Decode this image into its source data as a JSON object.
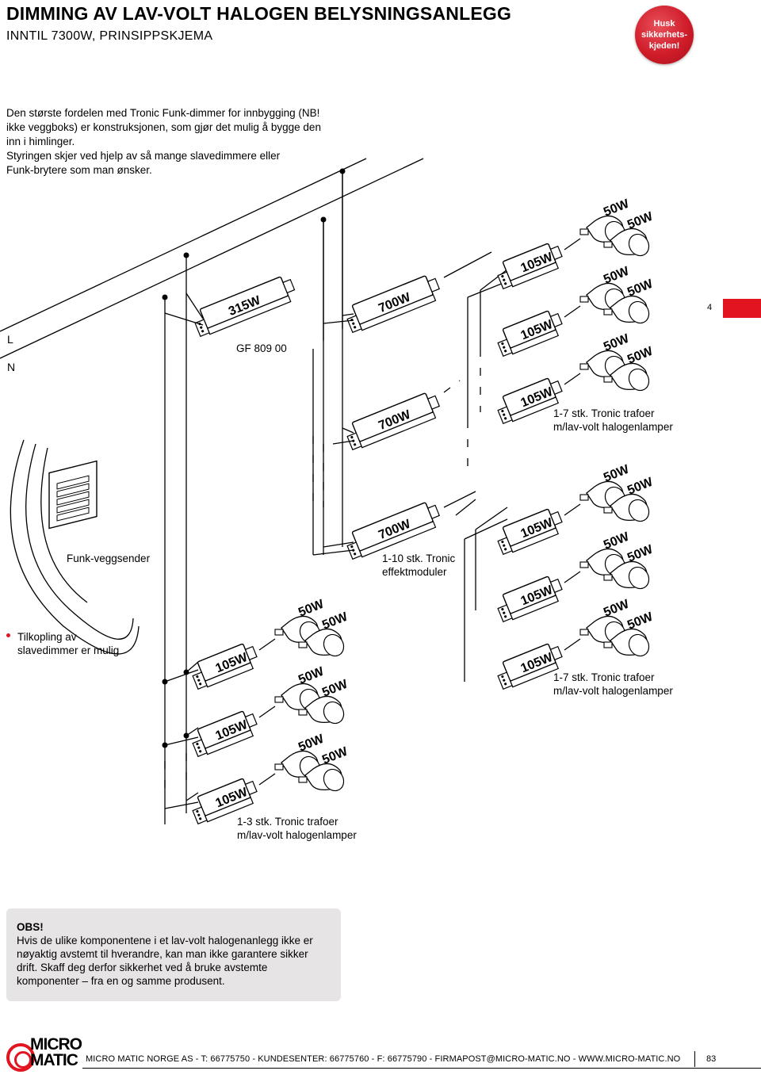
{
  "header": {
    "title": "DIMMING AV LAV-VOLT HALOGEN BELYSNINGSANLEGG",
    "subtitle": "INNTIL 7300W, PRINSIPPSKJEMA",
    "badge_text": "Husk\nsikkerhets-\nkjeden!"
  },
  "intro": {
    "lines": [
      "Den største fordelen med Tronic Funk-dimmer for innbygging (NB!",
      "ikke veggboks) er konstruksjonen, som gjør det mulig å bygge den",
      "inn i himlinger.",
      "Styringen skjer ved hjelp av så mange slavedimmere eller",
      "Funk-brytere som man ønsker."
    ]
  },
  "diagram": {
    "line_L": "L",
    "line_N": "N",
    "dimmer_rating": "315W",
    "dimmer_model": "GF 809 00",
    "module_rating": "700W",
    "trafo_rating": "105W",
    "lamp_rating": "50W",
    "label_trafos_top": [
      "1-7 stk. Tronic trafoer",
      "m/lav-volt halogenlamper"
    ],
    "label_sender": "Funk-veggsender",
    "label_modules": [
      "1-10 stk. Tronic",
      "effektmoduler"
    ],
    "label_slave": [
      "Tilkopling av",
      "slavedimmer er mulig"
    ],
    "label_trafos_right": [
      "1-7 stk. Tronic trafoer",
      "m/lav-volt halogenlamper"
    ],
    "label_trafos_bottom": [
      "1-3 stk. Tronic trafoer",
      "m/lav-volt halogenlamper"
    ],
    "accent_color": "#e2141f"
  },
  "side_tab": {
    "number": "4"
  },
  "notice": {
    "heading": "OBS!",
    "lines": [
      "Hvis de ulike komponentene i et lav-volt halogenanlegg ikke er",
      "nøyaktig avstemt til hverandre, kan man ikke garantere sikker",
      "drift. Skaff deg derfor sikkerhet ved å bruke avstemte",
      "komponenter – fra en og samme produsent."
    ]
  },
  "footer": {
    "logo_line1": "MICRO",
    "logo_line2": "MATIC",
    "contact": "MICRO MATIC NORGE AS - T: 66775750 - KUNDESENTER: 66775760 - F: 66775790 - FIRMAPOST@MICRO-MATIC.NO - WWW.MICRO-MATIC.NO",
    "page_number": "83"
  }
}
